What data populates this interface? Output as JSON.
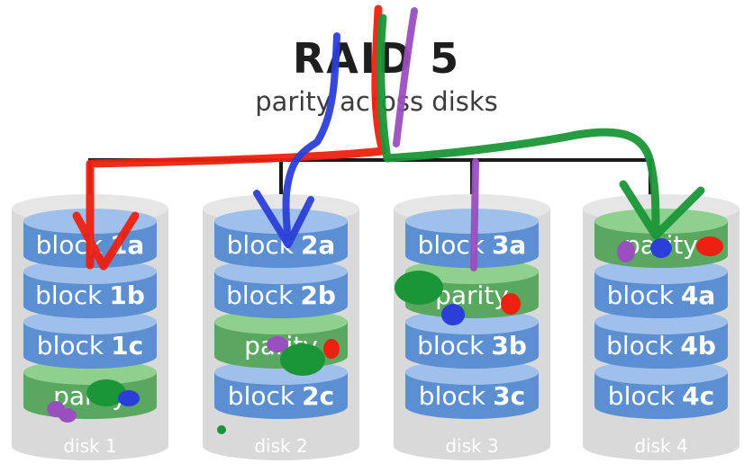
{
  "title": "RAID 5",
  "subtitle": "parity across disks",
  "colors": {
    "block": "#5b8fd1",
    "block_top": "#9ec0ea",
    "parity": "#5aa860",
    "parity_top": "#8fd08f",
    "disk_shell": "#d9d9d9",
    "bus_line": "#1a1a1a",
    "ink_red": "#ee2010",
    "ink_blue": "#2b3fd8",
    "ink_purple": "#9a4fbf",
    "ink_green": "#1a9638"
  },
  "disks": [
    {
      "label": "disk 1",
      "blocks": [
        {
          "word": "block",
          "id": "1a",
          "kind": "data"
        },
        {
          "word": "block",
          "id": "1b",
          "kind": "data"
        },
        {
          "word": "block",
          "id": "1c",
          "kind": "data"
        },
        {
          "word": "parity",
          "id": "",
          "kind": "parity"
        }
      ]
    },
    {
      "label": "disk 2",
      "blocks": [
        {
          "word": "block",
          "id": "2a",
          "kind": "data"
        },
        {
          "word": "block",
          "id": "2b",
          "kind": "data"
        },
        {
          "word": "parity",
          "id": "",
          "kind": "parity"
        },
        {
          "word": "block",
          "id": "2c",
          "kind": "data"
        }
      ]
    },
    {
      "label": "disk 3",
      "blocks": [
        {
          "word": "block",
          "id": "3a",
          "kind": "data"
        },
        {
          "word": "parity",
          "id": "",
          "kind": "parity"
        },
        {
          "word": "block",
          "id": "3b",
          "kind": "data"
        },
        {
          "word": "block",
          "id": "3c",
          "kind": "data"
        }
      ]
    },
    {
      "label": "disk 4",
      "blocks": [
        {
          "word": "parity",
          "id": "",
          "kind": "parity"
        },
        {
          "word": "block",
          "id": "4a",
          "kind": "data"
        },
        {
          "word": "block",
          "id": "4b",
          "kind": "data"
        },
        {
          "word": "block",
          "id": "4c",
          "kind": "data"
        }
      ]
    }
  ]
}
